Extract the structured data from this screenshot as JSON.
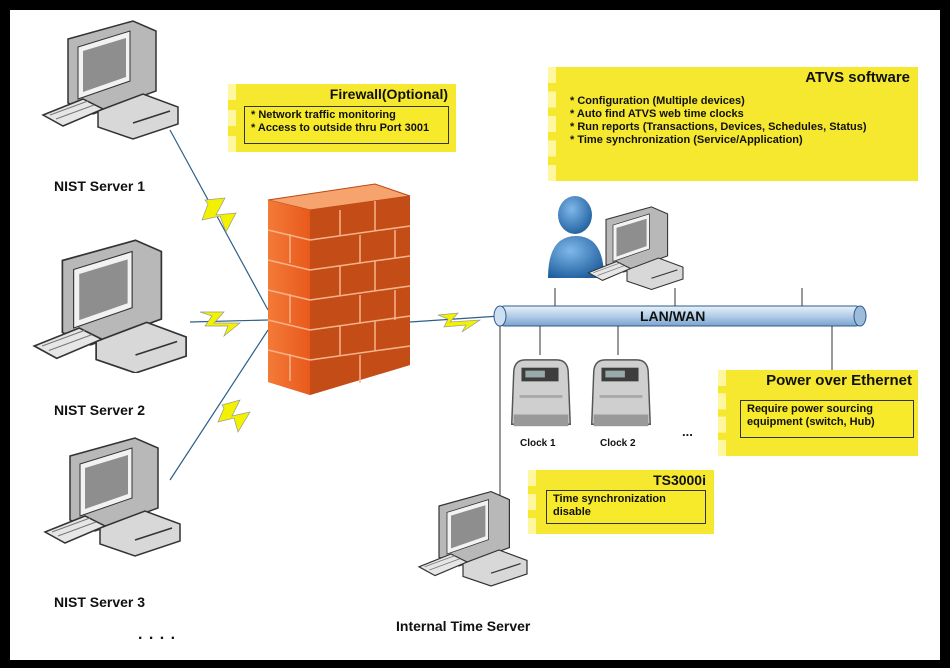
{
  "servers": [
    {
      "label": "NIST Server 1"
    },
    {
      "label": "NIST Server 2"
    },
    {
      "label": "NIST Server 3"
    }
  ],
  "more_servers": ". . . .",
  "firewall": {
    "title": "Firewall(Optional)",
    "items": [
      "* Network traffic monitoring",
      "* Access to outside thru Port 3001"
    ]
  },
  "atvs": {
    "title": "ATVS software",
    "items": [
      "* Configuration (Multiple devices)",
      "* Auto find ATVS web time clocks",
      "* Run reports (Transactions, Devices, Schedules, Status)",
      "* Time synchronization (Service/Application)"
    ]
  },
  "lan_label": "LAN/WAN",
  "clocks": [
    {
      "label": "Clock 1"
    },
    {
      "label": "Clock 2"
    }
  ],
  "clocks_more": "...",
  "poe": {
    "title": "Power over Ethernet",
    "text": "Require power sourcing equipment (switch, Hub)"
  },
  "ts3000i": {
    "title": "TS3000i",
    "text": "Time synchronization disable"
  },
  "internal_server_label": "Internal Time Server",
  "colors": {
    "firewall": "#f06a2a",
    "note": "#f5e82f",
    "bolt": "#f2f200",
    "pipe": "#bcd6ee",
    "user": "#2f7fc1"
  }
}
